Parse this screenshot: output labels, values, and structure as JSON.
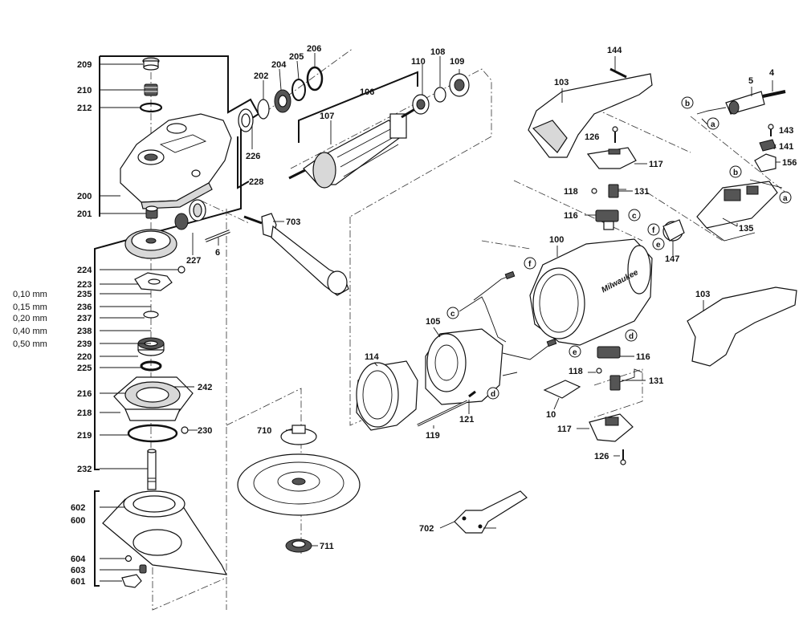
{
  "brand_logo": "Milwaukee",
  "part_numbers": {
    "p209": "209",
    "p210": "210",
    "p212": "212",
    "p200": "200",
    "p201": "201",
    "p224": "224",
    "p223": "223",
    "p235": "235",
    "p236": "236",
    "p237": "237",
    "p238": "238",
    "p239": "239",
    "p220": "220",
    "p225": "225",
    "p216": "216",
    "p218": "218",
    "p219": "219",
    "p232": "232",
    "p242": "242",
    "p230": "230",
    "p602": "602",
    "p600": "600",
    "p604": "604",
    "p603": "603",
    "p601": "601",
    "p226": "226",
    "p228": "228",
    "p227": "227",
    "p6": "6",
    "p202": "202",
    "p204": "204",
    "p205": "205",
    "p206": "206",
    "p106": "106",
    "p107": "107",
    "p108": "108",
    "p110": "110",
    "p109": "109",
    "p703": "703",
    "p710": "710",
    "p711": "711",
    "p702": "702",
    "p144": "144",
    "p103a": "103",
    "p5": "5",
    "p4": "4",
    "p126a": "126",
    "p117a": "117",
    "p118a": "118",
    "p131a": "131",
    "p116a": "116",
    "p143": "143",
    "p141": "141",
    "p156": "156",
    "p135": "135",
    "p147": "147",
    "p100": "100",
    "p103b": "103",
    "p105": "105",
    "p114": "114",
    "p116b": "116",
    "p118b": "118",
    "p131b": "131",
    "p10": "10",
    "p121": "121",
    "p119": "119",
    "p117b": "117",
    "p126b": "126"
  },
  "shim_thickness": {
    "s235": "0,10 mm",
    "s236": "0,15 mm",
    "s237": "0,20 mm",
    "s238": "0,40 mm",
    "s239": "0,50 mm"
  },
  "connector_letters": {
    "b1": "b",
    "a1": "a",
    "b2": "b",
    "a2": "a",
    "c1": "c",
    "f1": "f",
    "e1": "e",
    "f2": "f",
    "c2": "c",
    "e2": "e",
    "d1": "d",
    "d2": "d"
  }
}
